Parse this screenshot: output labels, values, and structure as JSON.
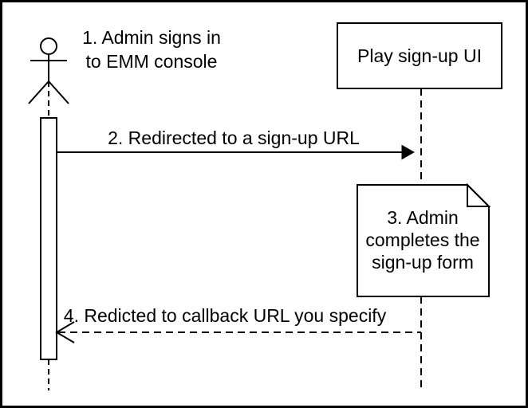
{
  "colors": {
    "background": "#ffffff",
    "stroke": "#000000",
    "note_fold": "#f2f2f2"
  },
  "actor": {
    "label": {
      "line1": "1. Admin signs in",
      "line2": "to EMM console"
    }
  },
  "participants": {
    "play_signup_ui": {
      "label": "Play sign-up UI"
    }
  },
  "messages": [
    {
      "number": "2",
      "label": "2. Redirected to a sign-up URL",
      "style": "solid",
      "direction": "right"
    },
    {
      "number": "4",
      "label": "4. Redicted to callback URL you specify",
      "style": "dashed",
      "direction": "left"
    }
  ],
  "note": {
    "lines": {
      "0": "3. Admin",
      "1": "completes the",
      "2": "sign-up form"
    }
  }
}
